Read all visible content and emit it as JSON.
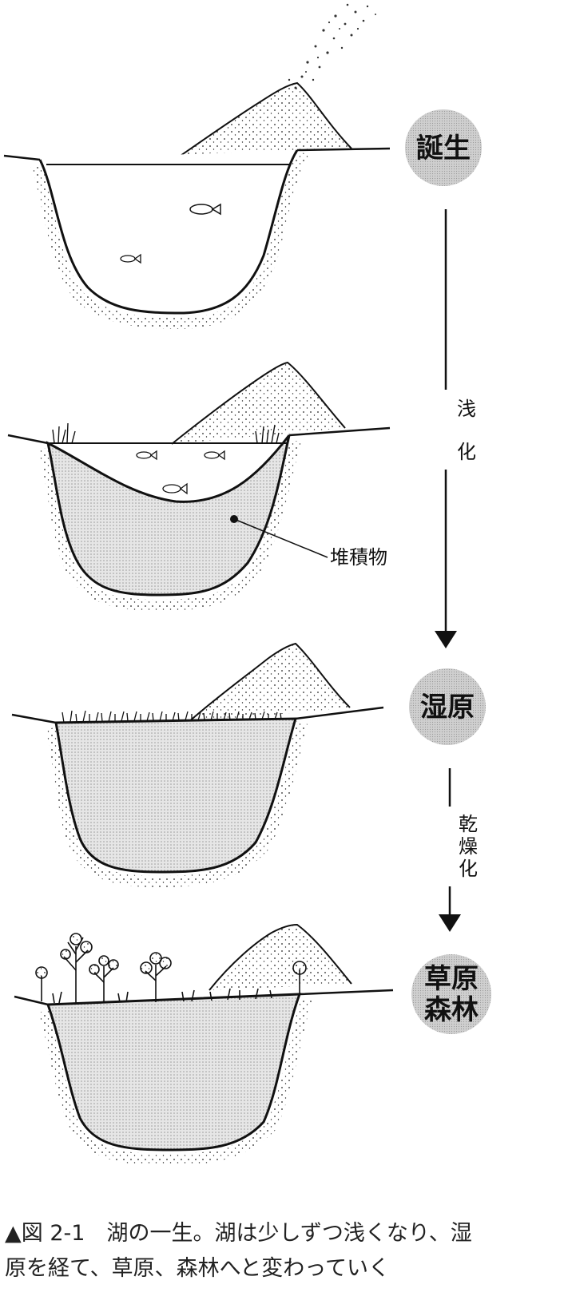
{
  "stages": [
    {
      "id": "birth",
      "label": "誕生"
    },
    {
      "id": "wetland",
      "label": "湿原"
    },
    {
      "id": "grassland_forest",
      "label_line1": "草原",
      "label_line2": "森林"
    }
  ],
  "transitions": [
    {
      "id": "shallowing",
      "chars": [
        "浅",
        "化"
      ]
    },
    {
      "id": "drying",
      "chars": [
        "乾",
        "燥",
        "化"
      ]
    }
  ],
  "callouts": {
    "sediment": "堆積物"
  },
  "caption": {
    "line1": "▲図 2-1　湖の一生。湖は少しずつ浅くなり、湿",
    "line2": "原を経て、草原、森林へと変わっていく"
  },
  "colors": {
    "ink": "#111111",
    "badge": "#d2d2d2",
    "sediment": "#d9d9d9"
  }
}
